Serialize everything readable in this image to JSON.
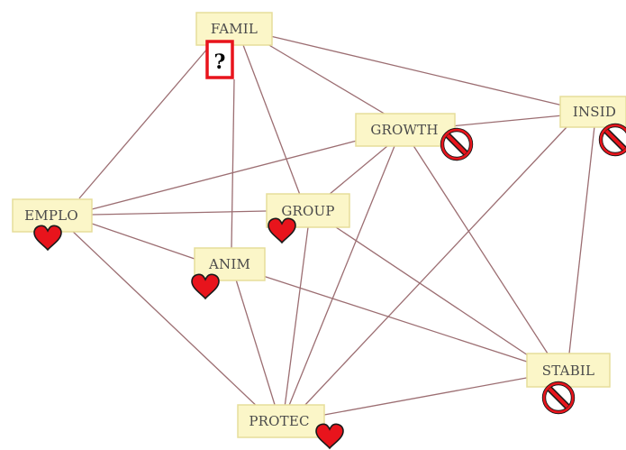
{
  "nodes": {
    "famil": "FAMIL",
    "growth": "GROWTH",
    "insid": "INSID",
    "emplo": "EMPLO",
    "group": "GROUP",
    "anim": "ANIM",
    "stabil": "STABIL",
    "protec": "PROTEC"
  },
  "question_mark": "?",
  "markers": {
    "heart_icon": "heart-icon",
    "prohibited_icon": "prohibited-icon"
  },
  "colors": {
    "node_fill": "#fbf6c8",
    "edge": "#9c6e72",
    "marker_red": "#e8141c"
  }
}
